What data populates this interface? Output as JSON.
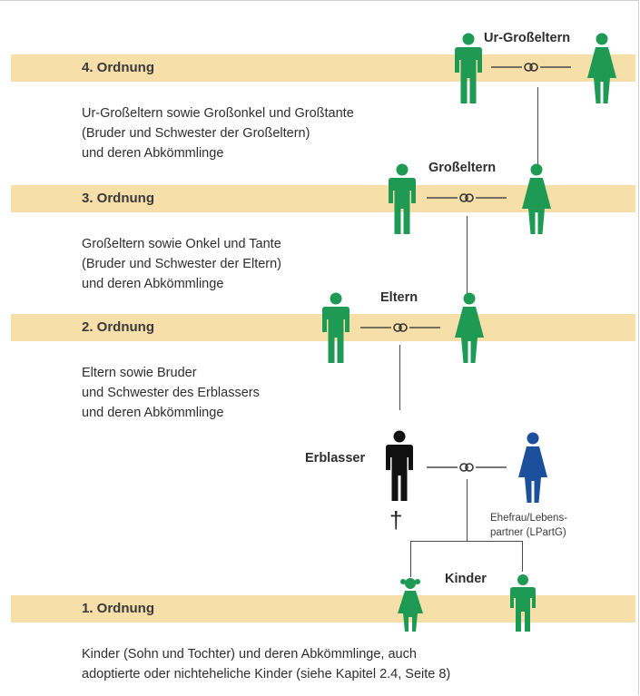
{
  "orders": [
    {
      "label": "4. Ordnung",
      "generation": "Ur-Großeltern",
      "description": [
        "Ur-Großeltern sowie Großonkel und Großtante",
        "(Bruder und Schwester der Großeltern)",
        "und deren Abkömmlinge"
      ]
    },
    {
      "label": "3. Ordnung",
      "generation": "Großeltern",
      "description": [
        "Großeltern sowie Onkel und Tante",
        "(Bruder und Schwester der Eltern)",
        "und deren Abkömmlinge"
      ]
    },
    {
      "label": "2. Ordnung",
      "generation": "Eltern",
      "description": [
        "Eltern sowie Bruder",
        "und Schwester des Erblassers",
        "und deren Abkömmlinge"
      ]
    },
    {
      "label": "1. Ordnung",
      "generation": "Kinder",
      "description": [
        "Kinder (Sohn und Tochter) und deren Abkömmlinge, auch",
        "adoptierte oder nichteheliche Kinder (siehe Kapitel 2.4, Seite 8)"
      ]
    }
  ],
  "erblasser": {
    "label": "Erblasser",
    "death_symbol": "†"
  },
  "spouse": {
    "label_lines": [
      "Ehefrau/Lebens-",
      "partner (LPartG)"
    ]
  },
  "colors": {
    "band": "#f7dfa9",
    "green": "#1f9a55",
    "black": "#111111",
    "blue": "#1c4f9c",
    "line": "#4a4a4a"
  },
  "icons": [
    "man-icon",
    "woman-icon",
    "rings-icon",
    "girl-icon",
    "boy-icon",
    "cross-icon"
  ]
}
